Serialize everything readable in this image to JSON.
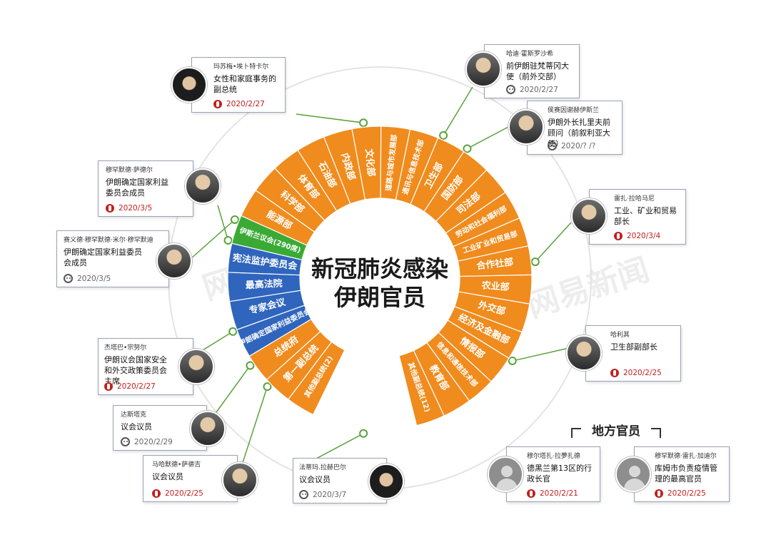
{
  "center_title": [
    "新冠肺炎感染",
    "伊朗官员"
  ],
  "watermark": "网易新闻",
  "colors": {
    "orange": "#f08b1d",
    "blue": "#2f65bd",
    "green": "#3aaa35",
    "connector": "#c8c8c8",
    "dead": "#c21f1f"
  },
  "segments": [
    {
      "label": "其他副总统(2)",
      "color": "orange",
      "bucket": "gov"
    },
    {
      "label": "第一副总统",
      "color": "orange",
      "bucket": "gov"
    },
    {
      "label": "总统府",
      "color": "orange",
      "bucket": "gov"
    },
    {
      "label": "伊朗确定国家利益委员会",
      "color": "blue",
      "bucket": "council"
    },
    {
      "label": "专家会议",
      "color": "blue",
      "bucket": "council"
    },
    {
      "label": "最高法院",
      "color": "blue",
      "bucket": "council"
    },
    {
      "label": "宪法监护委员会",
      "color": "blue",
      "bucket": "council"
    },
    {
      "label": "伊斯兰议会(290席)",
      "color": "green",
      "bucket": "parliament"
    },
    {
      "label": "能源部",
      "color": "orange",
      "bucket": "gov"
    },
    {
      "label": "科学部",
      "color": "orange",
      "bucket": "gov"
    },
    {
      "label": "体育部",
      "color": "orange",
      "bucket": "gov"
    },
    {
      "label": "石油部",
      "color": "orange",
      "bucket": "gov"
    },
    {
      "label": "内政部",
      "color": "orange",
      "bucket": "gov"
    },
    {
      "label": "文化部",
      "color": "orange",
      "bucket": "gov"
    },
    {
      "label": "道路与城市发展部",
      "color": "orange",
      "bucket": "gov"
    },
    {
      "label": "通讯与信息技术部",
      "color": "orange",
      "bucket": "gov"
    },
    {
      "label": "卫生部",
      "color": "orange",
      "bucket": "gov"
    },
    {
      "label": "国防部",
      "color": "orange",
      "bucket": "gov"
    },
    {
      "label": "司法部",
      "color": "orange",
      "bucket": "gov"
    },
    {
      "label": "劳动和社会福利部",
      "color": "orange",
      "bucket": "gov"
    },
    {
      "label": "工业矿业和贸易部",
      "color": "orange",
      "bucket": "gov"
    },
    {
      "label": "合作社部",
      "color": "orange",
      "bucket": "gov"
    },
    {
      "label": "农业部",
      "color": "orange",
      "bucket": "gov"
    },
    {
      "label": "外交部",
      "color": "orange",
      "bucket": "gov"
    },
    {
      "label": "经济及金融部",
      "color": "orange",
      "bucket": "gov"
    },
    {
      "label": "情报部",
      "color": "orange",
      "bucket": "gov"
    },
    {
      "label": "信息和通信技术部",
      "color": "orange",
      "bucket": "gov"
    },
    {
      "label": "教育部",
      "color": "orange",
      "bucket": "gov"
    },
    {
      "label": "其他副总统(12)",
      "color": "orange",
      "bucket": "gov"
    }
  ],
  "officials": [
    {
      "name": "玛苏梅•埃卜特卡尔",
      "title": "女性和家庭事务的副总统",
      "status": "dead",
      "date": "2020/2/27",
      "avatar": "woman"
    },
    {
      "name": "哈迪·霍斯罗沙希",
      "title": "前伊朗驻梵蒂冈大使（前外交部）",
      "status": "alive",
      "date": "2020/2/27",
      "avatar": "man"
    },
    {
      "name": "侯赛因谢赫伊斯兰",
      "title": "伊朗外长扎里夫前顾问（前叙利亚大使）",
      "status": "alive",
      "date": "2020/? /?",
      "avatar": "man"
    },
    {
      "name": "穆罕默德·萨德尔",
      "title": "伊朗确定国家利益委员会成员",
      "status": "dead",
      "date": "2020/3/5",
      "avatar": "man"
    },
    {
      "name": "雷扎·拉哈马尼",
      "title": "工业、矿业和贸易部长",
      "status": "dead",
      "date": "2020/3/4",
      "avatar": "man"
    },
    {
      "name": "赛义德·穆罕默德·米尔·穆罕默迪",
      "title": "伊朗确定国家利益委员会成员",
      "status": "alive",
      "date": "2020/3/5",
      "avatar": "man"
    },
    {
      "name": "哈利其",
      "title": "卫生部副部长",
      "status": "dead",
      "date": "2020/2/25",
      "avatar": "man"
    },
    {
      "name": "杰塔巴•宗努尔",
      "title": "伊朗议会国家安全和外交政策委员会主席",
      "status": "dead",
      "date": "2020/2/27",
      "avatar": "man"
    },
    {
      "name": "达斯塔克",
      "title": "议会议员",
      "status": "alive",
      "date": "2020/2/29",
      "avatar": "man"
    },
    {
      "name": "马哈默德•萨德吉",
      "title": "议会议员",
      "status": "dead",
      "date": "2020/2/25",
      "avatar": "man"
    },
    {
      "name": "法蒂玛.拉赫巴尔",
      "title": "议会议员",
      "status": "alive",
      "date": "2020/3/7",
      "avatar": "woman"
    },
    {
      "name": "穆尔塔扎·拉夢扎德",
      "title": "德黑兰第13区的行政长官",
      "status": "dead",
      "date": "2020/2/21",
      "avatar": "placeholder"
    },
    {
      "name": "穆罕默德·雷扎·加迪尔",
      "title": "库姆市负责疫情管理的最高官员",
      "status": "dead",
      "date": "2020/2/25",
      "avatar": "placeholder"
    }
  ],
  "local_heading": "地方官员"
}
